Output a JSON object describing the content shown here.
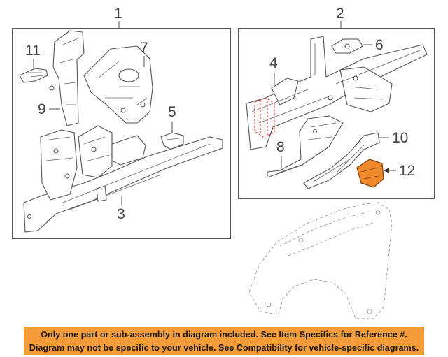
{
  "groups": {
    "group_1": {
      "label": "1"
    },
    "group_2": {
      "label": "2"
    }
  },
  "callouts": {
    "c3": "3",
    "c4": "4",
    "c5": "5",
    "c6": "6",
    "c7": "7",
    "c8": "8",
    "c9": "9",
    "c10": "10",
    "c11": "11",
    "c12": "12"
  },
  "colors": {
    "highlight_part": "#f0892b",
    "notice_background": "#f49b3a",
    "dashed_marker": "#e0201b"
  },
  "notice": {
    "line1": "Only one part or sub-assembly in diagram included. See Item Specifics for Reference #.",
    "line2": "Diagram may not be specific to your vehicle. See Compatibility for vehicle-specific diagrams."
  }
}
